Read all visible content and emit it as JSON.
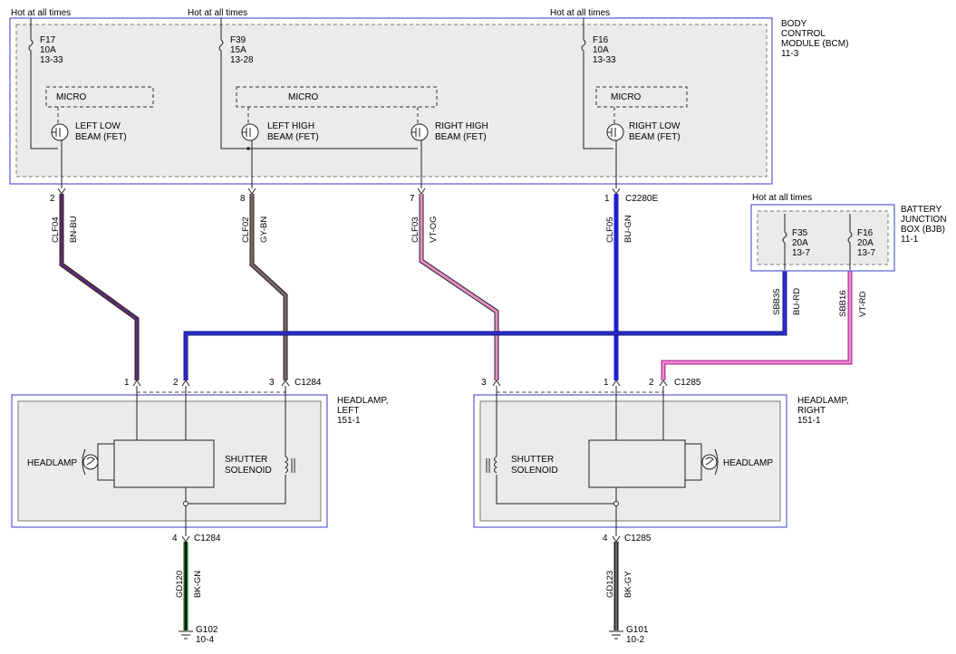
{
  "bcm": {
    "hot_left": "Hot at all times",
    "hot_mid": "Hot at all times",
    "hot_right": "Hot at all times",
    "title": [
      "BODY",
      "CONTROL",
      "MODULE (BCM)",
      "11-3"
    ],
    "fuses": [
      {
        "name": "F17",
        "rating": "10A",
        "ref": "13-33"
      },
      {
        "name": "F39",
        "rating": "15A",
        "ref": "13-28"
      },
      {
        "name": "F16",
        "rating": "10A",
        "ref": "13-33"
      }
    ],
    "micro_label": "MICRO",
    "fets": [
      [
        "LEFT LOW",
        "BEAM (FET)"
      ],
      [
        "LEFT HIGH",
        "BEAM (FET)"
      ],
      [
        "RIGHT HIGH",
        "BEAM (FET)"
      ],
      [
        "RIGHT LOW",
        "BEAM (FET)"
      ]
    ],
    "pins": [
      "2",
      "8",
      "7",
      "1"
    ],
    "connector": "C2280E"
  },
  "circuits": [
    {
      "circuit": "CLF04",
      "color": "BN-BU"
    },
    {
      "circuit": "CLF02",
      "color": "GY-BN"
    },
    {
      "circuit": "CLF03",
      "color": "VT-OG"
    },
    {
      "circuit": "CLF05",
      "color": "BU-GN"
    }
  ],
  "bjb": {
    "hot": "Hot at all times",
    "title": [
      "BATTERY",
      "JUNCTION",
      "BOX (BJB)",
      "11-1"
    ],
    "fuses": [
      {
        "name": "F35",
        "rating": "20A",
        "ref": "13-7"
      },
      {
        "name": "F16",
        "rating": "20A",
        "ref": "13-7"
      }
    ],
    "circuits": [
      {
        "circuit": "SBB35",
        "color": "BU-RD"
      },
      {
        "circuit": "SBB16",
        "color": "VT-RD"
      }
    ]
  },
  "headlamp_left": {
    "title": [
      "HEADLAMP,",
      "LEFT",
      "151-1"
    ],
    "connector": "C1284",
    "pins": [
      "1",
      "2",
      "3"
    ],
    "ground_pin": "4",
    "ground_connector": "C1284",
    "headlamp_label": "HEADLAMP",
    "solenoid_label": [
      "SHUTTER",
      "SOLENOID"
    ],
    "ground_circuit": "GD120",
    "ground_color": "BK-GN",
    "ground": "G102",
    "ground_ref": "10-4"
  },
  "headlamp_right": {
    "title": [
      "HEADLAMP,",
      "RIGHT",
      "151-1"
    ],
    "connector": "C1285",
    "pins": [
      "3",
      "1",
      "2"
    ],
    "ground_pin": "4",
    "ground_connector": "C1285",
    "headlamp_label": "HEADLAMP",
    "solenoid_label": [
      "SHUTTER",
      "SOLENOID"
    ],
    "ground_circuit": "GD123",
    "ground_color": "BK-GY",
    "ground": "G101",
    "ground_ref": "10-2"
  },
  "colors": {
    "brown_blue": "#7a2e3a",
    "gray_brown": "#7a6a66",
    "violet_orange": "#e98fc9",
    "blue_green": "#1f1fd8",
    "blue_red": "#2b2b9c",
    "violet_red": "#e466c4",
    "black_green": "#1b6a1b",
    "black_gray": "#222222"
  }
}
